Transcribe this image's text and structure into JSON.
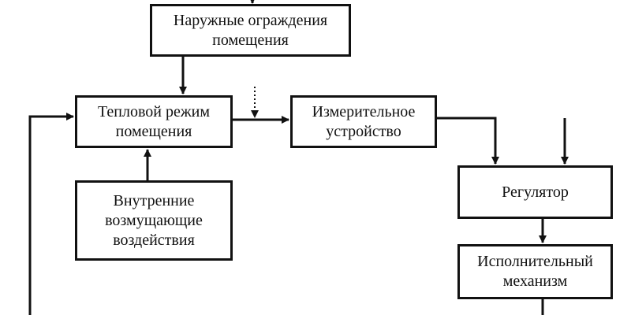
{
  "diagram": {
    "blocks": {
      "outer_enclosures": "Наружные ограждения\nпомещения",
      "thermal_mode": "Тепловой режим\nпомещения",
      "measuring_device": "Измерительное\nустройство",
      "internal_disturbances": "Внутренние\nвозмущающие\nвоздействия",
      "regulator": "Регулятор",
      "actuator": "Исполнительный\nмеханизм"
    },
    "line_color": "#111111",
    "background_color": "#ffffff"
  }
}
